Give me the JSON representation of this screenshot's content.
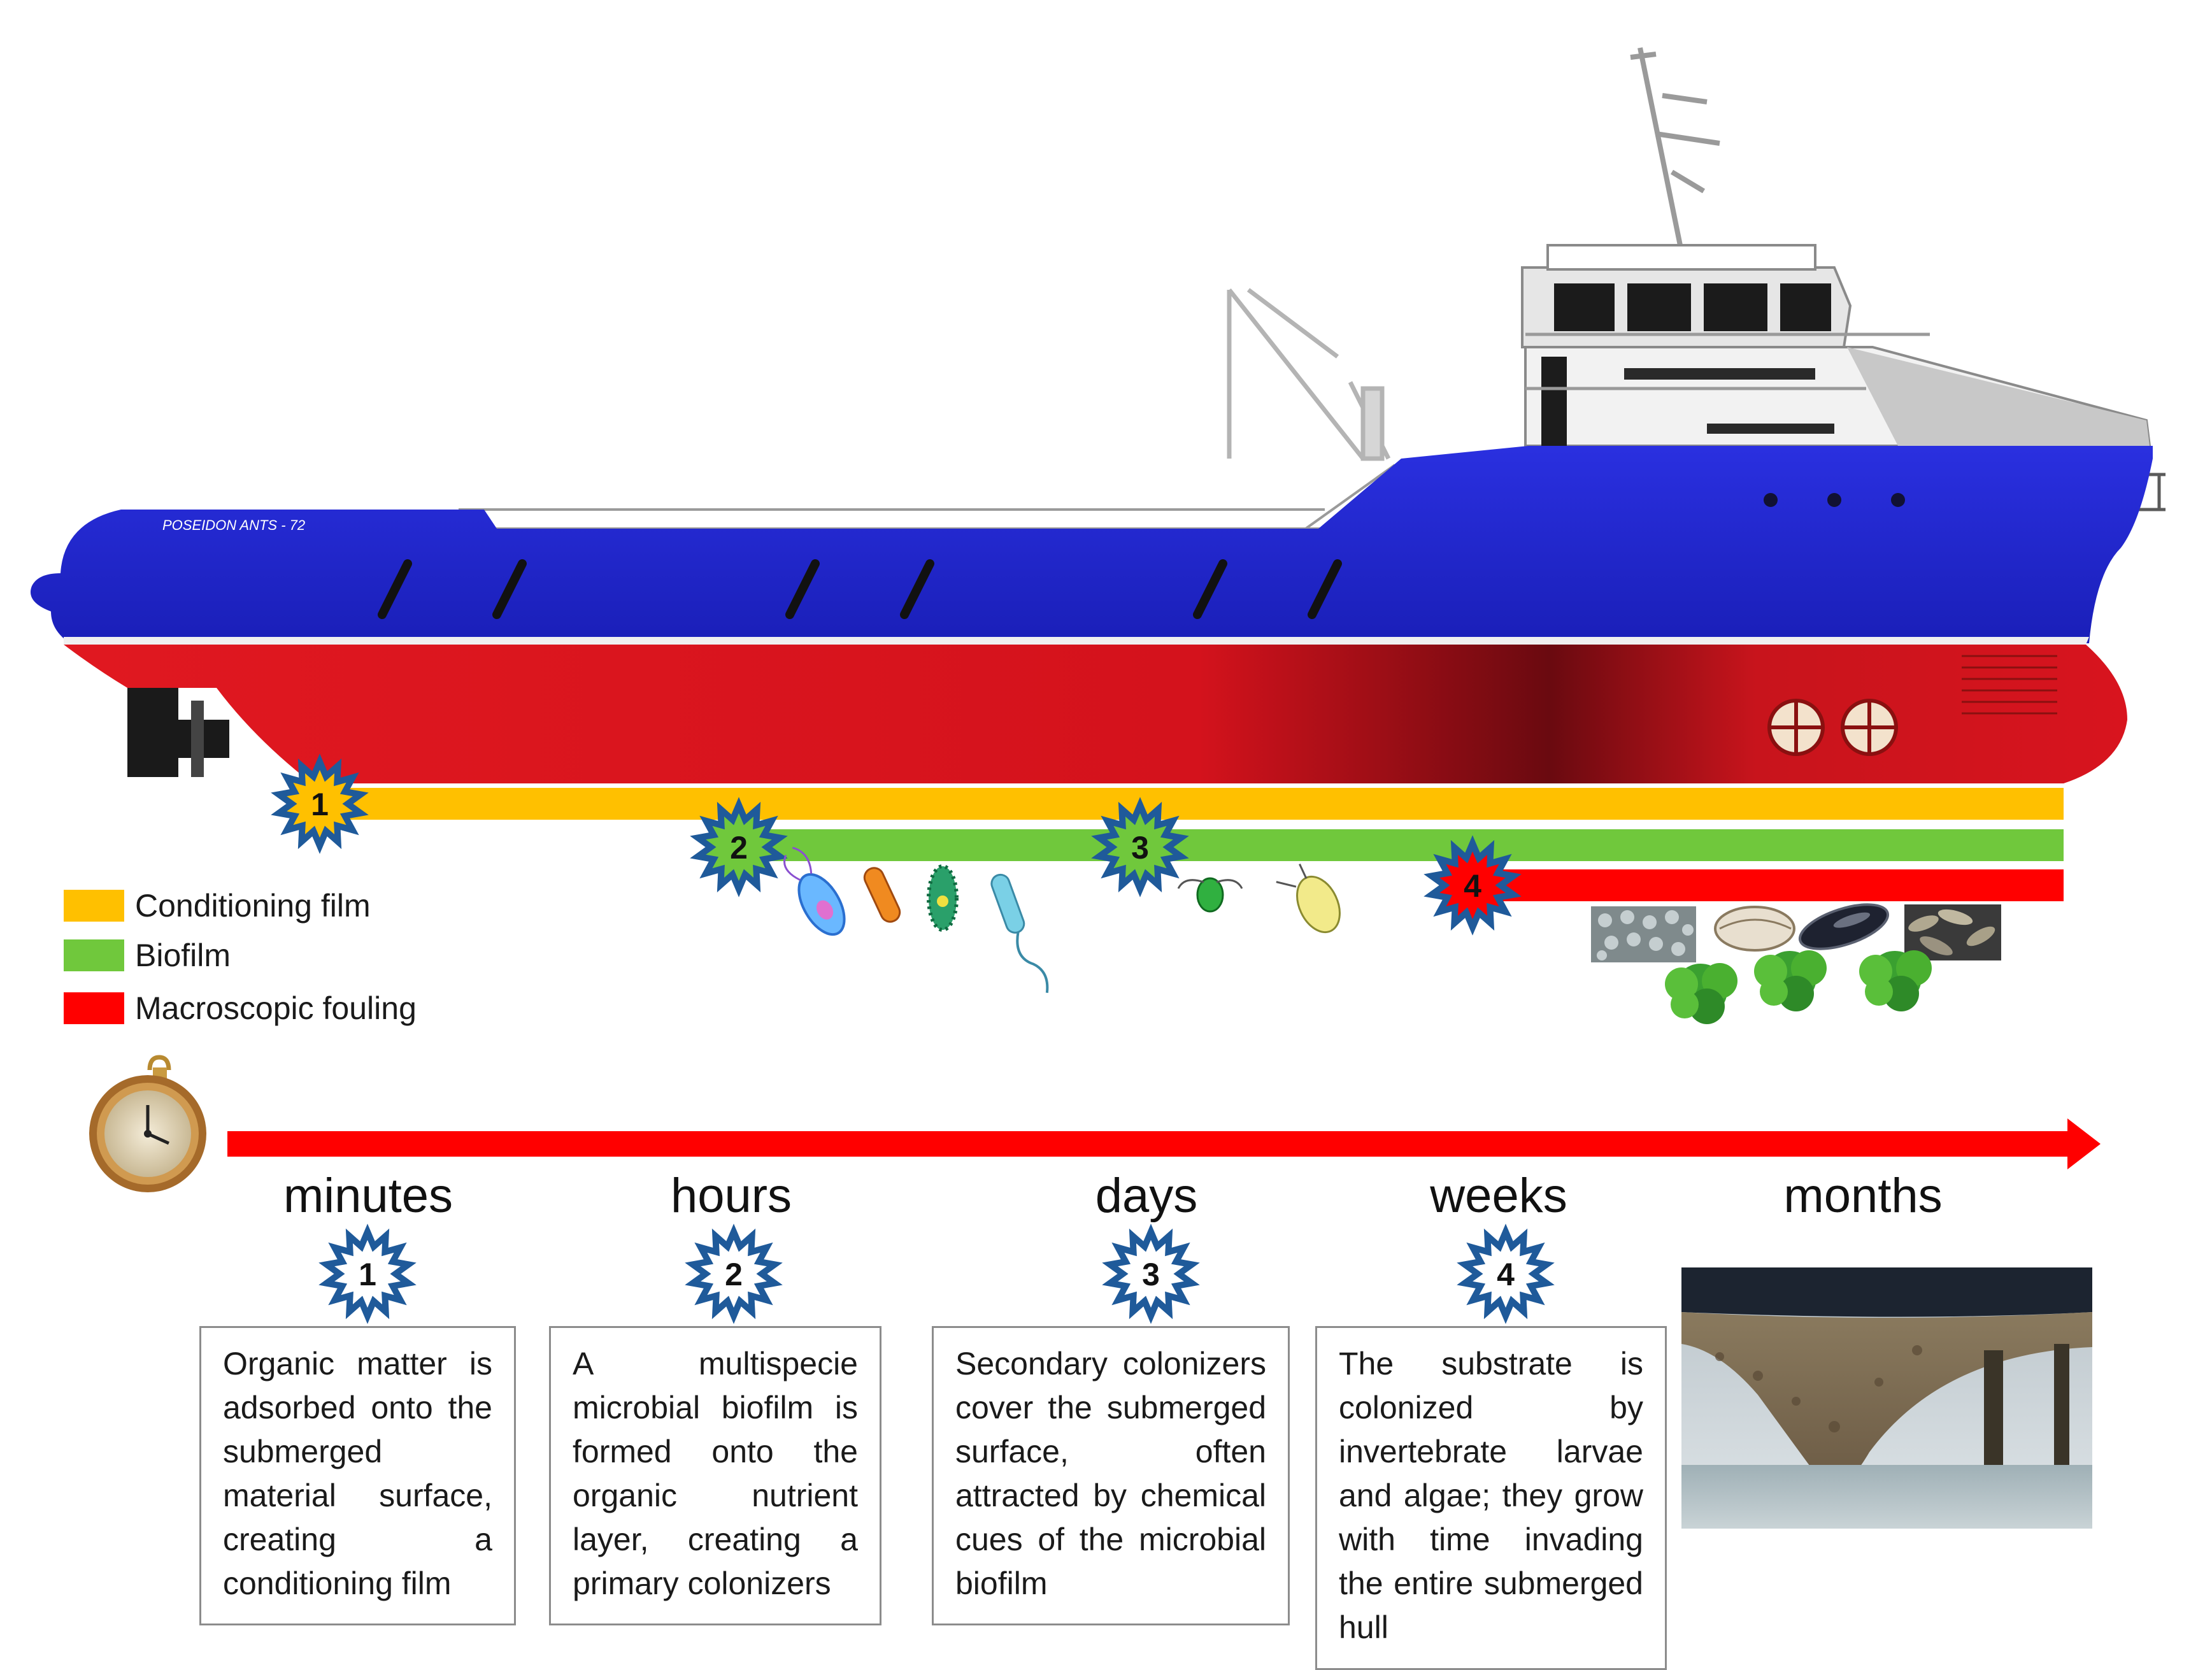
{
  "legend": [
    {
      "label": "Conditioning film",
      "color": "#ffc000"
    },
    {
      "label": "Biofilm",
      "color": "#70c83c"
    },
    {
      "label": "Macroscopic fouling",
      "color": "#ff0000"
    }
  ],
  "ship": {
    "name_plate": "POSEIDON ANTS - 72",
    "hull_top_color": "#1e22c8",
    "hull_bottom_color": "#d8141e"
  },
  "stage_markers": [
    "1",
    "2",
    "3",
    "4"
  ],
  "timeline": {
    "arrow_color": "#ff0000",
    "labels": [
      "minutes",
      "hours",
      "days",
      "weeks",
      "months"
    ]
  },
  "stages": [
    {
      "number": "1",
      "text": "Organic matter is adsorbed onto the submerged material surface, creating a conditioning film"
    },
    {
      "number": "2",
      "text": "A multispecie microbial biofilm is formed onto the organic nutrient layer, creating a primary colonizers"
    },
    {
      "number": "3",
      "text": "Secondary colonizers cover the submerged surface, often attracted by chemical cues of the microbial biofilm"
    },
    {
      "number": "4",
      "text": "The substrate is colonized by invertebrate larvae and algae; they grow with time invading the entire submerged hull"
    }
  ],
  "icons": {
    "clock": "pocket-watch-icon",
    "bacteria": "bacteria-icon",
    "algae": "algae-icon",
    "mussel": "mussel-icon",
    "fouled_hull_photo": "fouled-hull-photo"
  }
}
